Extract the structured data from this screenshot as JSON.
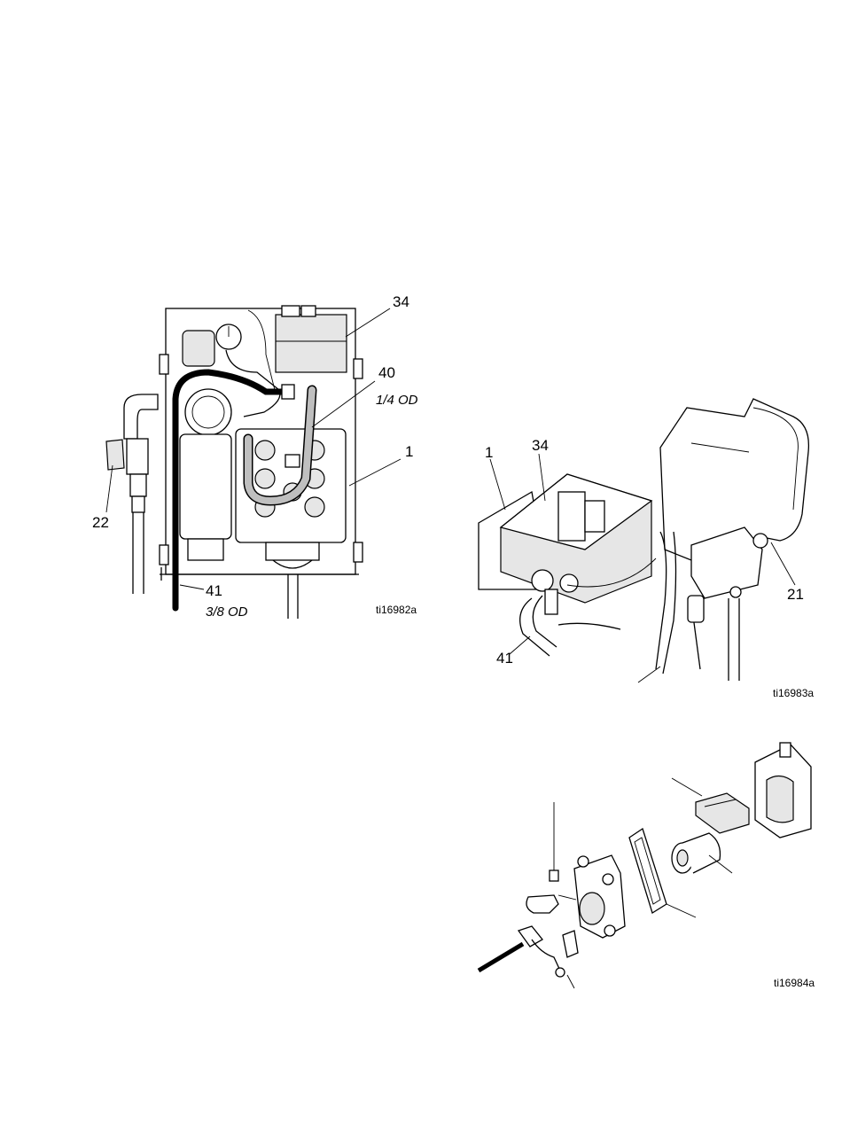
{
  "figures": [
    {
      "id": "ti16982a",
      "callouts": [
        "34",
        "40",
        "1",
        "22",
        "41"
      ],
      "notes": {
        "tube_40": "1/4 OD",
        "tube_41": "3/8 OD"
      }
    },
    {
      "id": "ti16983a",
      "callouts": [
        "1",
        "34",
        "21",
        "41"
      ]
    },
    {
      "id": "ti16984a",
      "callouts": []
    }
  ]
}
